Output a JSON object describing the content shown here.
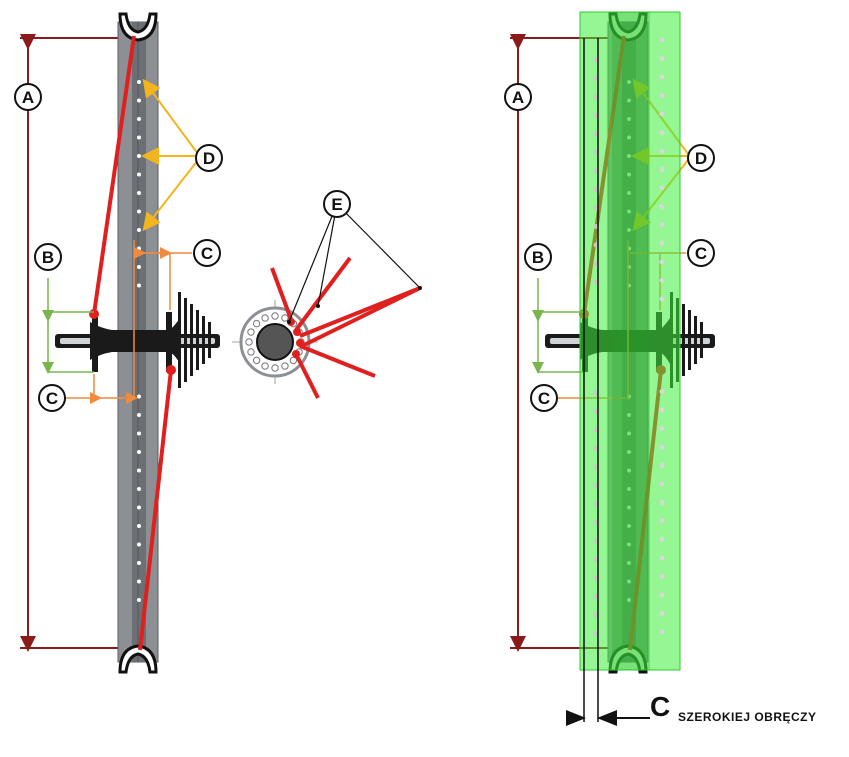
{
  "labels": {
    "a": "A",
    "b": "B",
    "c": "C",
    "d": "D",
    "e": "E"
  },
  "caption": {
    "letter": "C",
    "text": "SZEROKIEJ OBRĘCZY"
  },
  "colors": {
    "dimension_dark_red": "#8b1a1a",
    "spoke_red": "#e0201e",
    "offset_orange": "#f08a3c",
    "pointer_yellow": "#f2b51e",
    "flange_green": "#79b54a",
    "rim_gray": "#8c9095",
    "hub_black": "#1a1a1a",
    "highlight_green": "#3cf03c"
  }
}
